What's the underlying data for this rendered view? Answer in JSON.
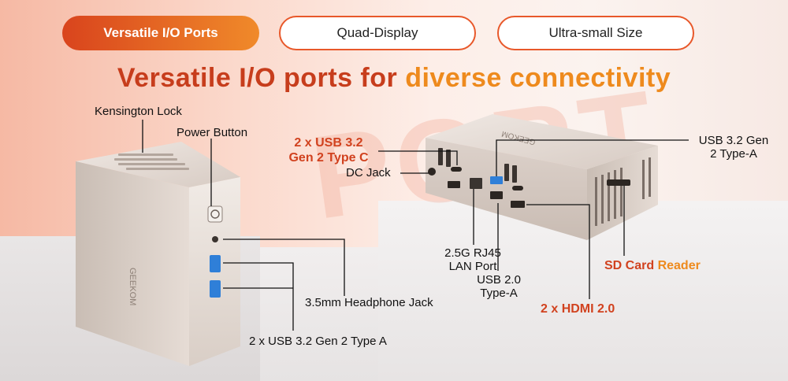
{
  "tabs": [
    {
      "label": "Versatile I/O Ports",
      "active": true
    },
    {
      "label": "Quad-Display",
      "active": false
    },
    {
      "label": "Ultra-small Size",
      "active": false
    }
  ],
  "headline": {
    "part1": "Versatile I/O ports for ",
    "part2": "diverse connectivity"
  },
  "watermark": "PORT",
  "brand": "GEEKOM",
  "labels": {
    "kensington": "Kensington Lock",
    "power": "Power Button",
    "headphone": "3.5mm Headphone Jack",
    "usb_a_front": "2 x USB 3.2 Gen 2 Type A",
    "usb_c_line1": "2 x USB 3.2",
    "usb_c_line2": "Gen 2 Type C",
    "dc_jack": "DC Jack",
    "rj45_line1": "2.5G RJ45",
    "rj45_line2": "LAN Port",
    "usb2_line1": "USB 2.0",
    "usb2_line2": "Type-A",
    "hdmi": "2 x HDMI 2.0",
    "usb32_line1": "USB 3.2 Gen",
    "usb32_line2": "2 Type-A",
    "sd_part1": "SD Card ",
    "sd_part2": "Reader"
  },
  "colors": {
    "accent_red": "#d1421f",
    "accent_orange": "#ee8a1d",
    "usb_blue": "#2f7fd8"
  }
}
